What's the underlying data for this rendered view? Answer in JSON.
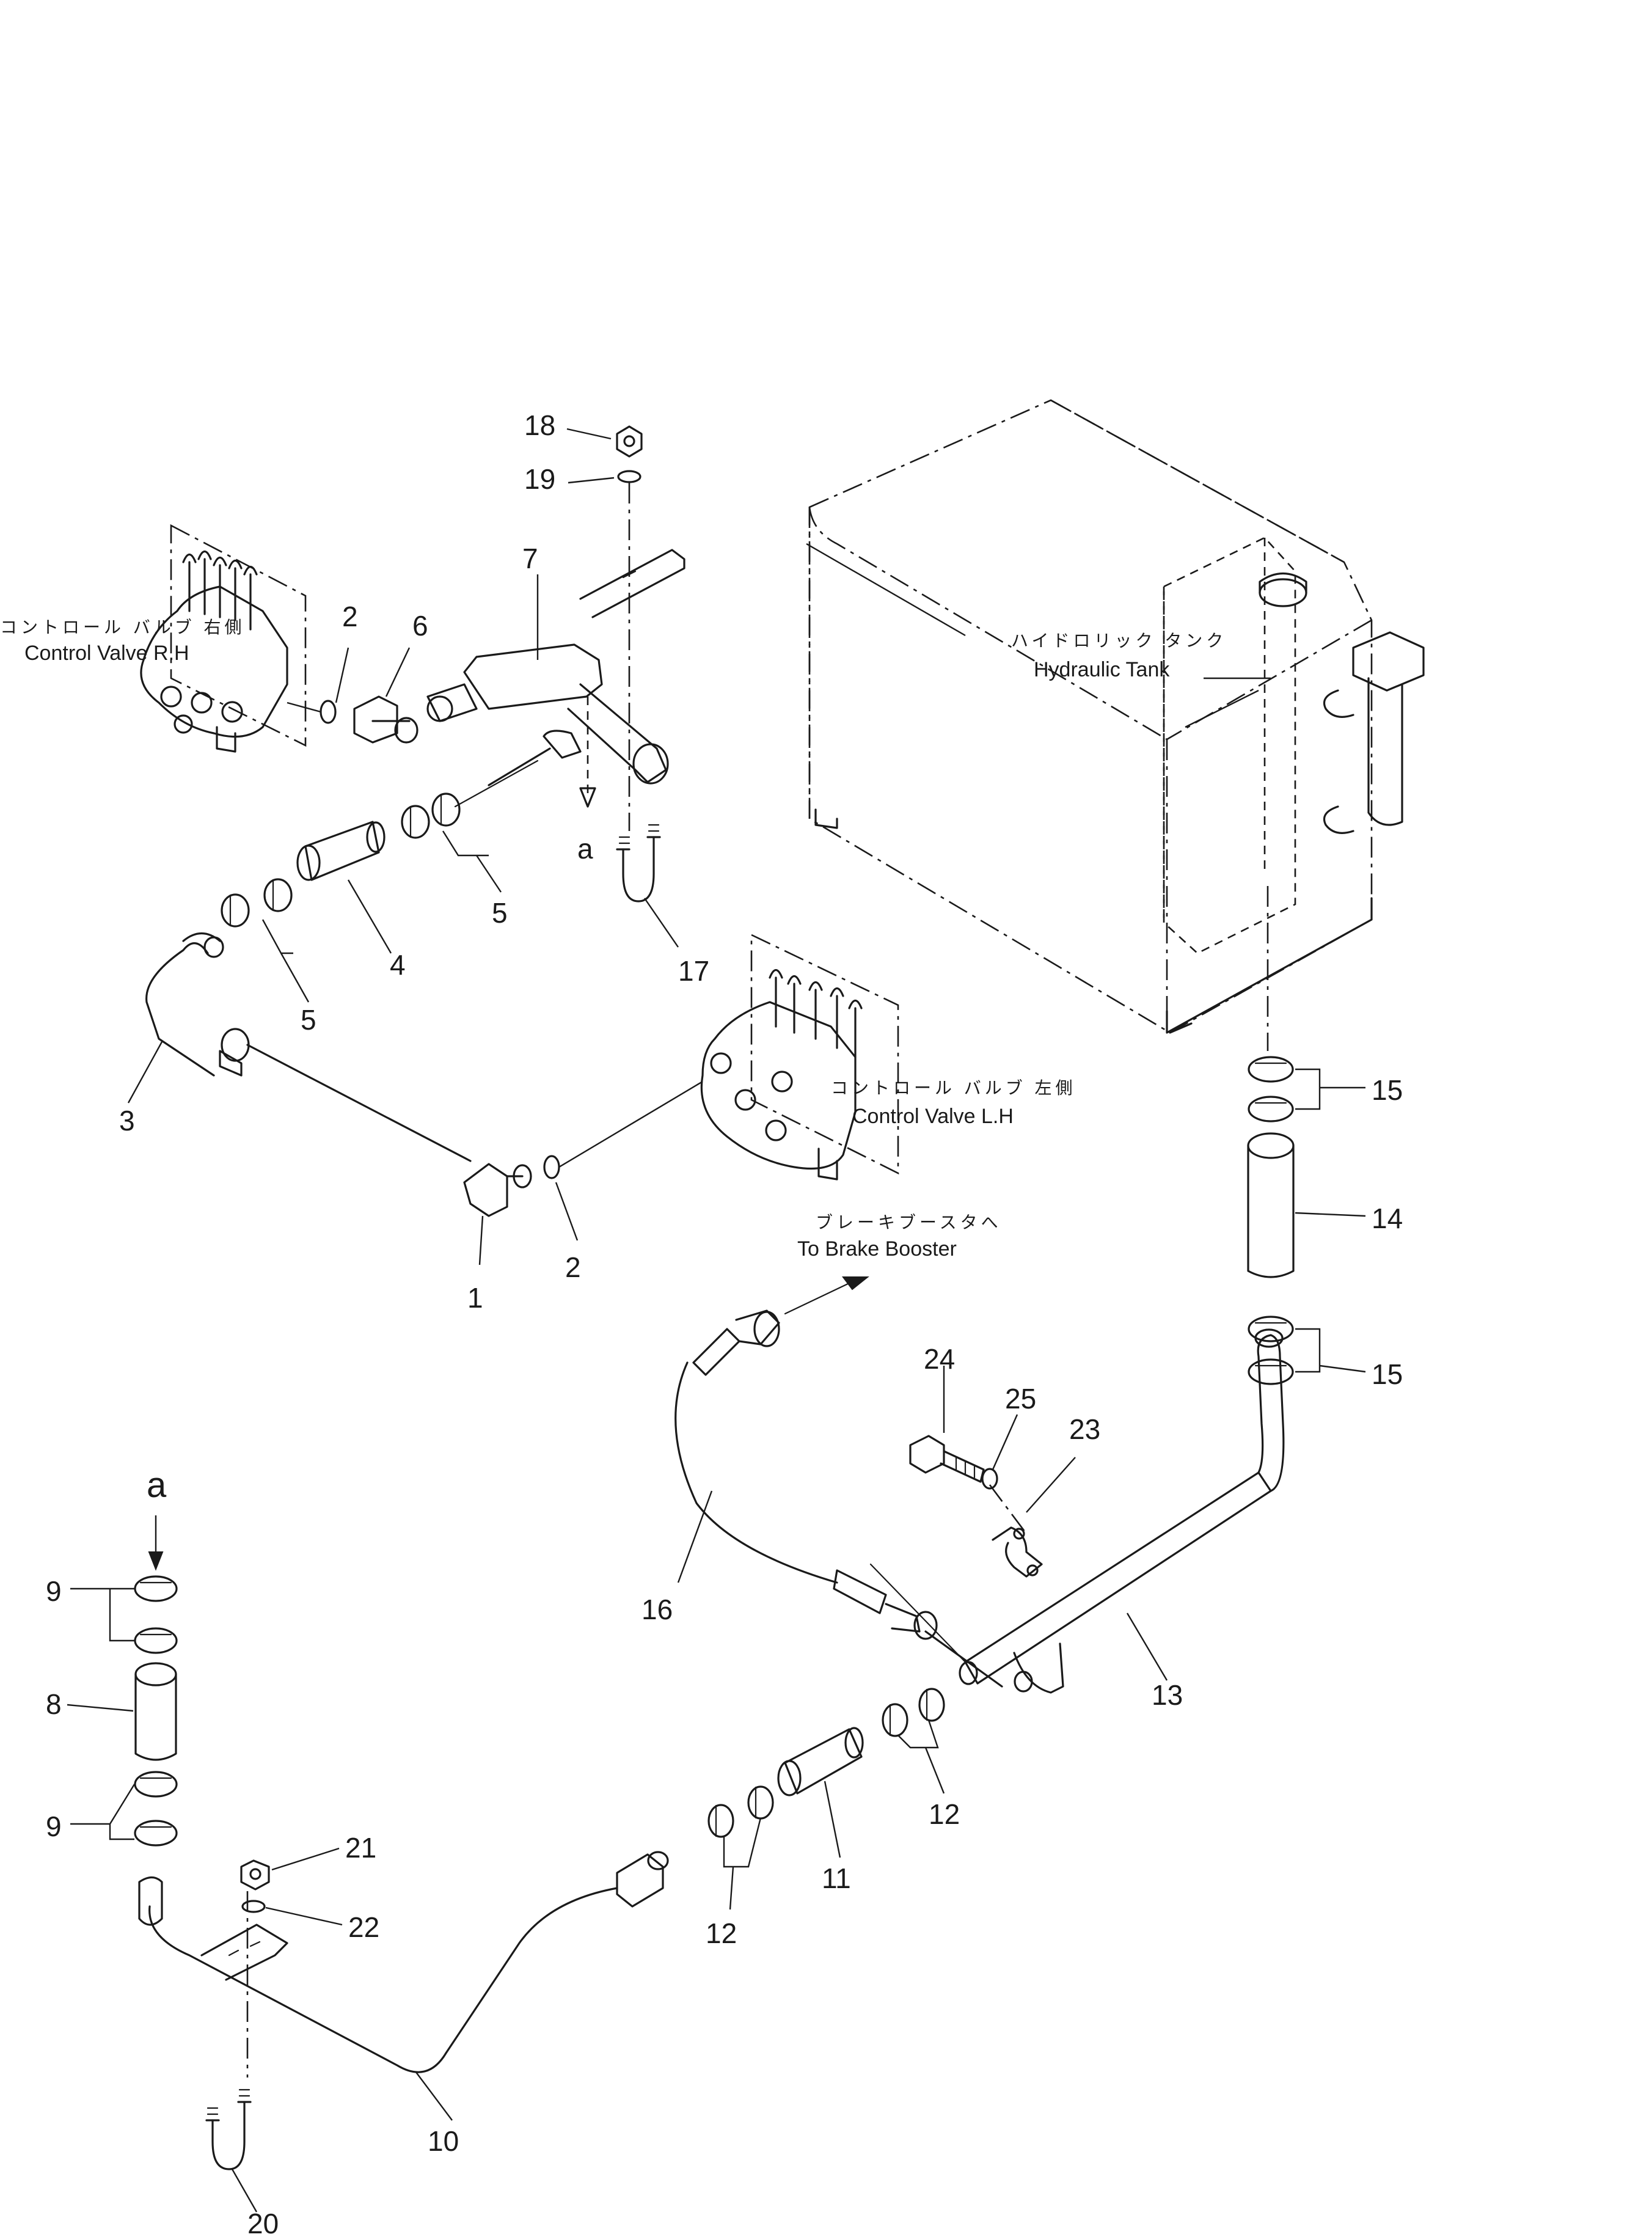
{
  "callouts": {
    "c1": "1",
    "c2a": "2",
    "c2b": "2",
    "c3": "3",
    "c4": "4",
    "c5a": "5",
    "c5b": "5",
    "c6": "6",
    "c7": "7",
    "c8": "8",
    "c9a": "9",
    "c9b": "9",
    "c10": "10",
    "c11": "11",
    "c12a": "12",
    "c12b": "12",
    "c13": "13",
    "c14": "14",
    "c15a": "15",
    "c15b": "15",
    "c16": "16",
    "c17": "17",
    "c18": "18",
    "c19": "19",
    "c20": "20",
    "c21": "21",
    "c22": "22",
    "c23": "23",
    "c24": "24",
    "c25": "25"
  },
  "refs": {
    "a_top": "a",
    "a_left": "a"
  },
  "labels": {
    "control_valve_rh_jp": "コントロール バルブ 右側",
    "control_valve_rh_en": "Control Valve R.H",
    "control_valve_lh_jp": "コントロール バルブ 左側",
    "control_valve_lh_en": "Control Valve L.H",
    "hydraulic_tank_jp": "ハイドロリック タンク",
    "hydraulic_tank_en": "Hydraulic Tank",
    "brake_booster_jp": "ブレーキブースタへ",
    "brake_booster_en": "To Brake Booster"
  }
}
